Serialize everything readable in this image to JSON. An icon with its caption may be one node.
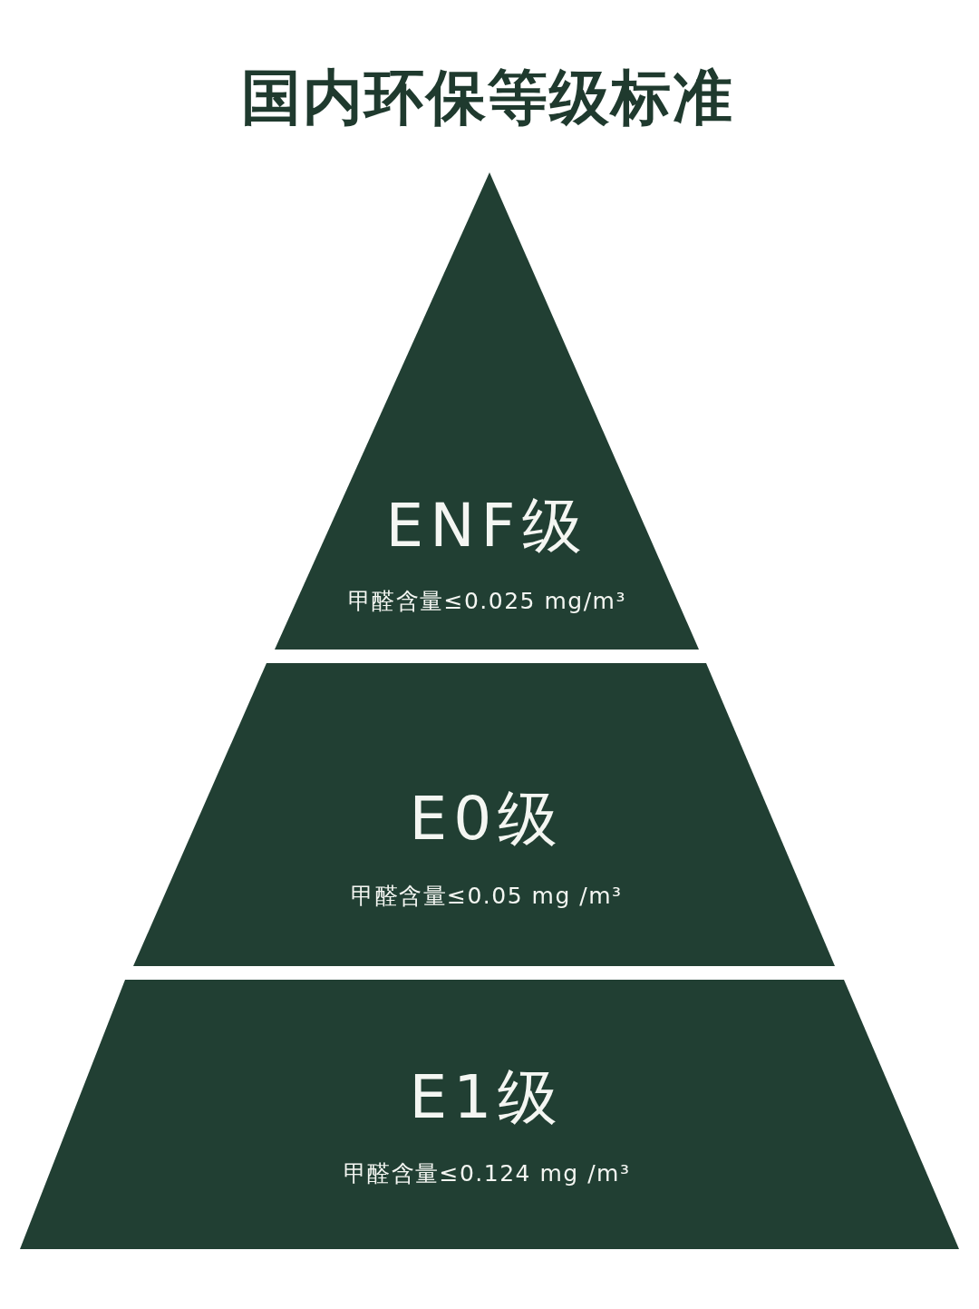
{
  "diagram": {
    "title": "国内环保等级标准",
    "nodes": [
      {
        "text": [
          "ENF级",
          "甲醛含量≤0.025 mg/m³"
        ]
      },
      {
        "text": [
          "E0级",
          "甲醛含量≤0.05 mg /m³"
        ]
      },
      {
        "text": [
          "E1级",
          "甲醛含量≤0.124 mg /m³"
        ]
      }
    ],
    "edges": []
  }
}
